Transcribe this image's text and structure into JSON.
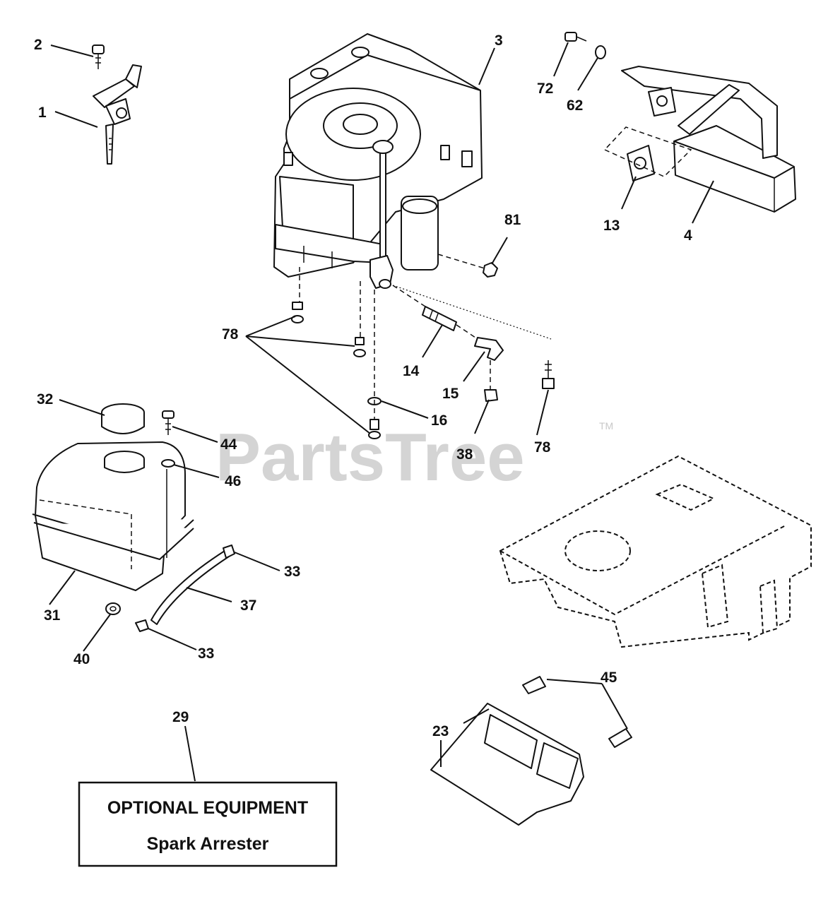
{
  "watermark": {
    "text": "PartsTree",
    "trademark": "TM"
  },
  "callouts": [
    "1",
    "2",
    "3",
    "72",
    "62",
    "13",
    "4",
    "81",
    "78",
    "14",
    "15",
    "16",
    "38",
    "78",
    "32",
    "44",
    "46",
    "33",
    "37",
    "33",
    "31",
    "40",
    "45",
    "23",
    "29"
  ],
  "optional_box": {
    "title": "OPTIONAL EQUIPMENT",
    "subtitle": "Spark Arrester"
  }
}
